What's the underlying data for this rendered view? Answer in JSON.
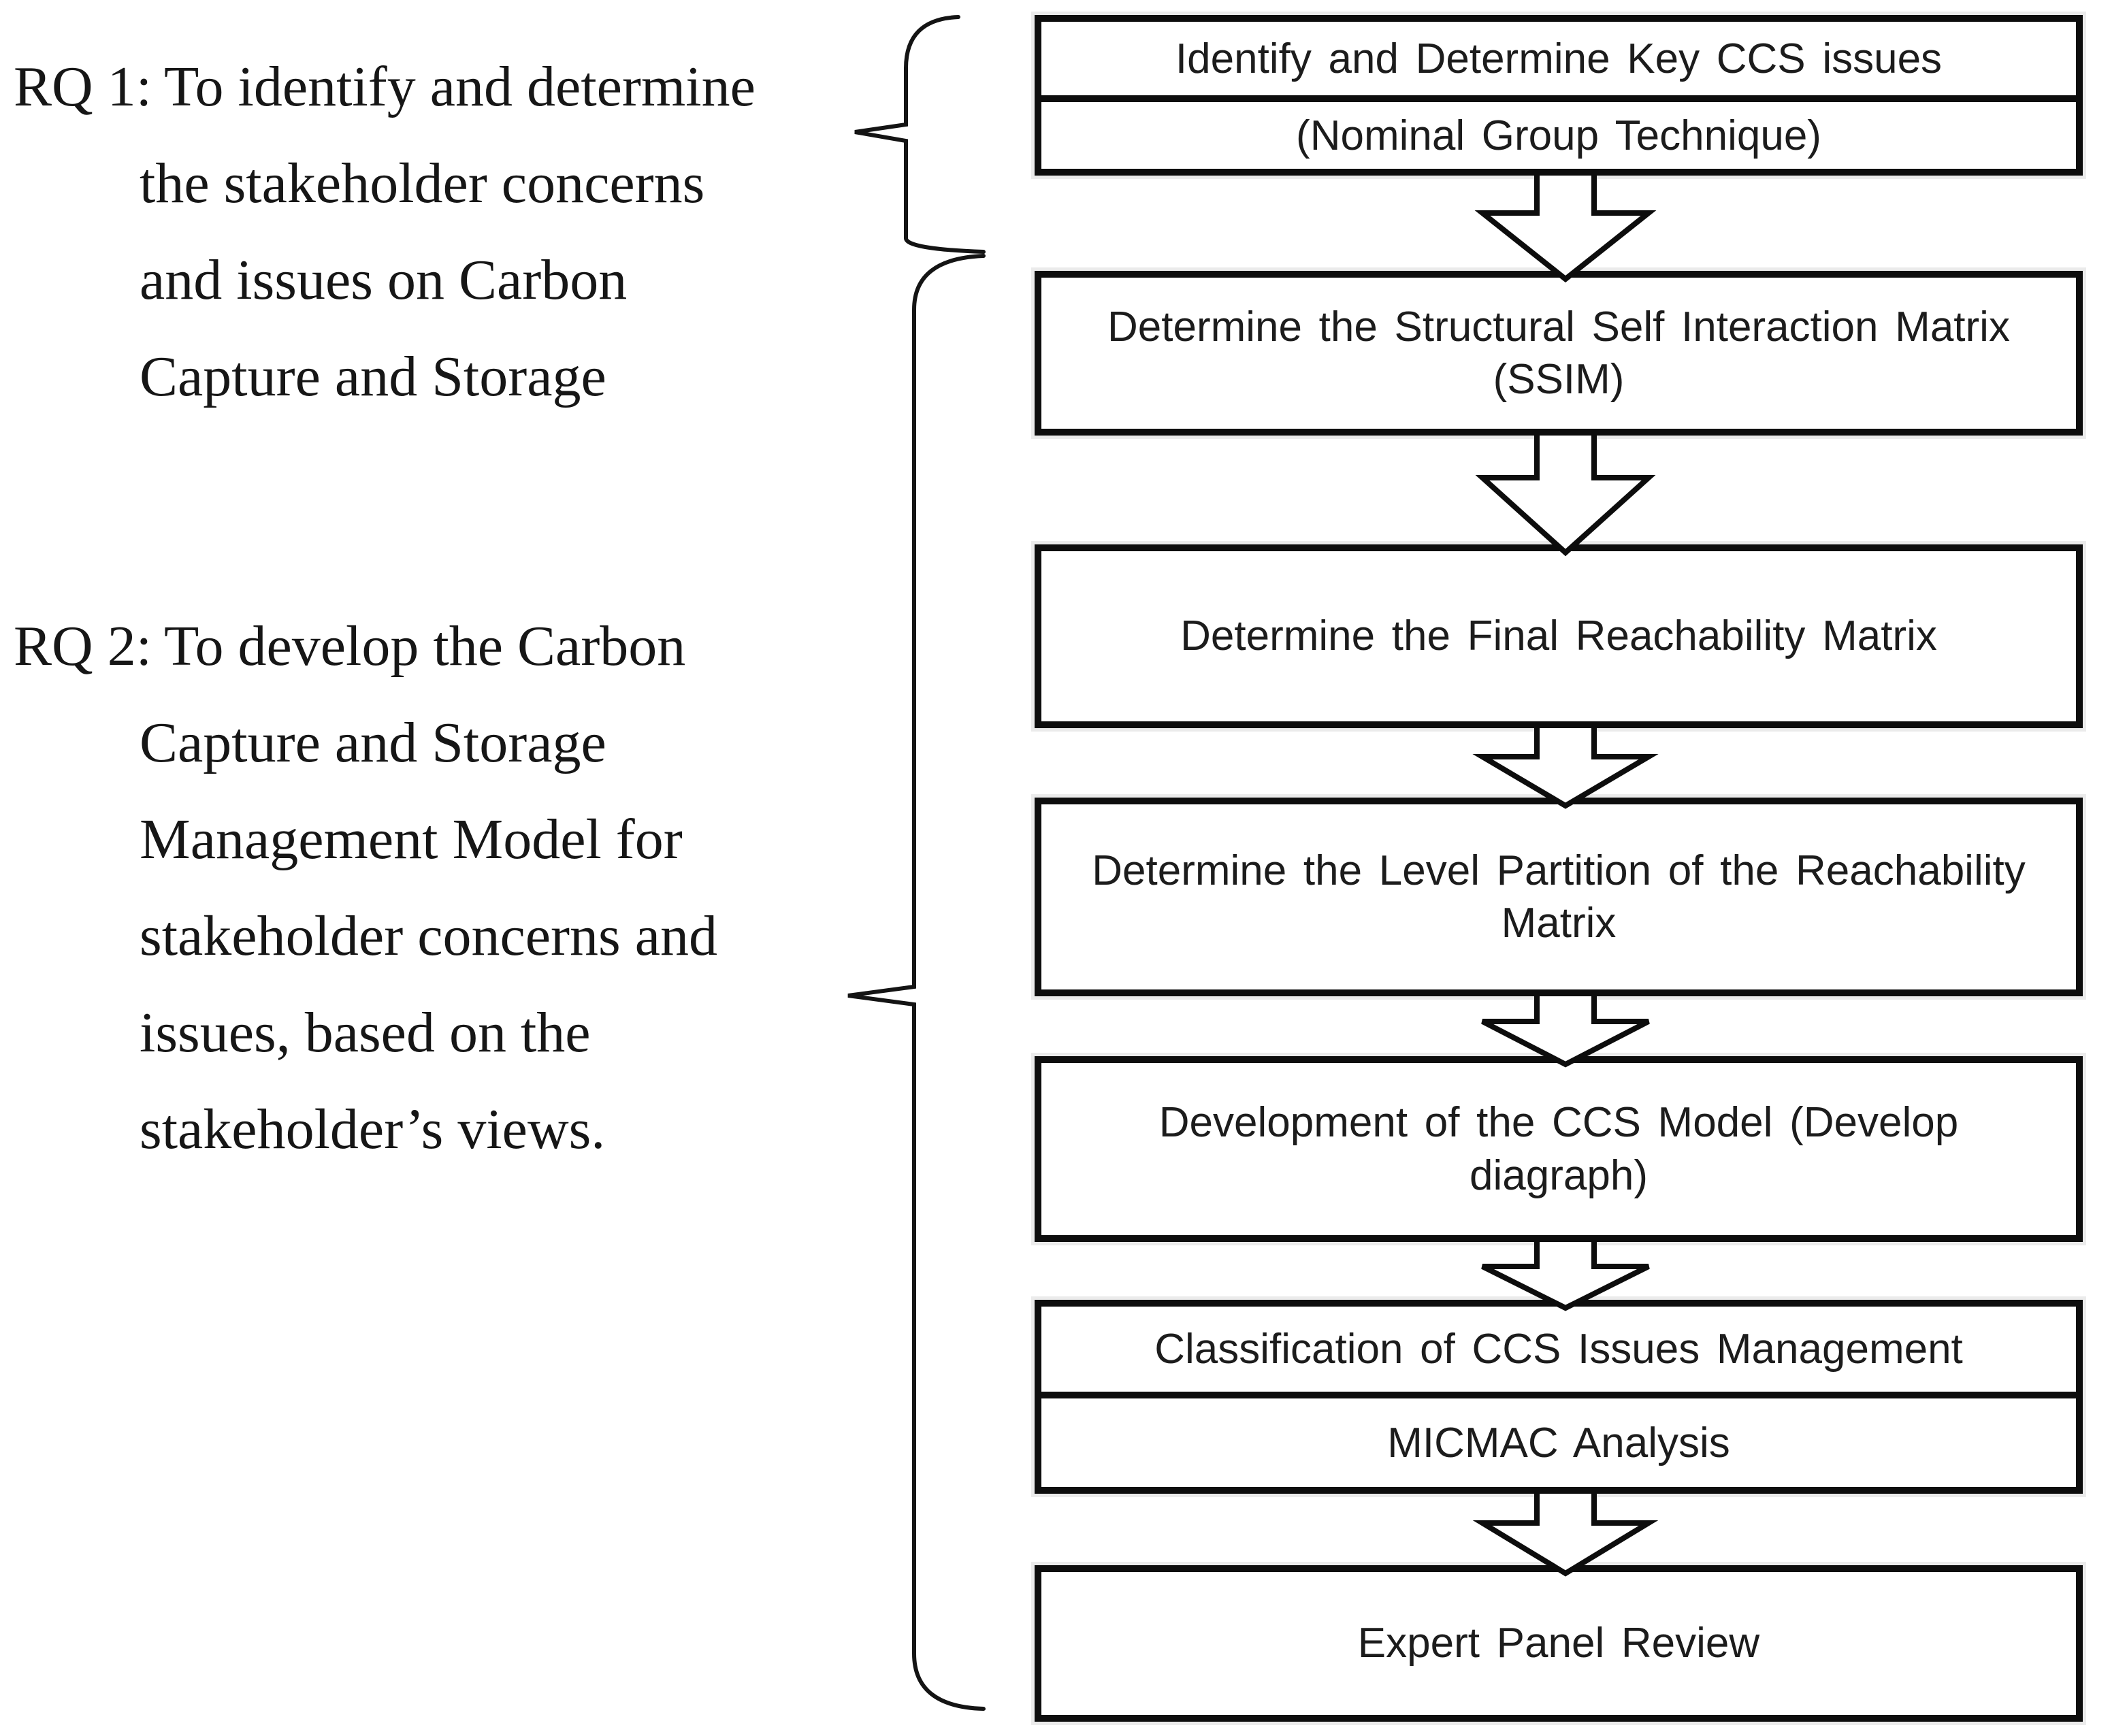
{
  "research_questions": [
    {
      "label": "RQ 1:",
      "lines": [
        "To identify and determine",
        "the stakeholder concerns",
        "and issues on Carbon",
        "Capture and Storage"
      ]
    },
    {
      "label": "RQ 2:",
      "lines": [
        "To develop the Carbon",
        "Capture and Storage",
        "Management Model for",
        "stakeholder concerns and",
        "issues, based on the",
        "stakeholder’s views."
      ]
    }
  ],
  "flowchart": {
    "steps": [
      {
        "rows": [
          "Identify and Determine Key CCS issues",
          "(Nominal Group Technique)"
        ],
        "divider": true
      },
      {
        "lines": [
          "Determine the Structural Self Interaction Matrix",
          "(SSIM)"
        ]
      },
      {
        "lines": [
          "Determine the Final Reachability Matrix"
        ]
      },
      {
        "lines": [
          "Determine the Level Partition of the Reachability",
          "Matrix"
        ]
      },
      {
        "lines": [
          "Development of the CCS Model (Develop",
          "diagraph)"
        ]
      },
      {
        "rows": [
          "Classification of CCS Issues Management",
          "MICMAC Analysis"
        ],
        "divider": true
      },
      {
        "lines": [
          "Expert Panel Review"
        ]
      }
    ]
  },
  "colors": {
    "background": "#ffffff",
    "ink": "#161616",
    "box_border": "#0d0d0d",
    "scan_halo": "#ebebeb"
  }
}
